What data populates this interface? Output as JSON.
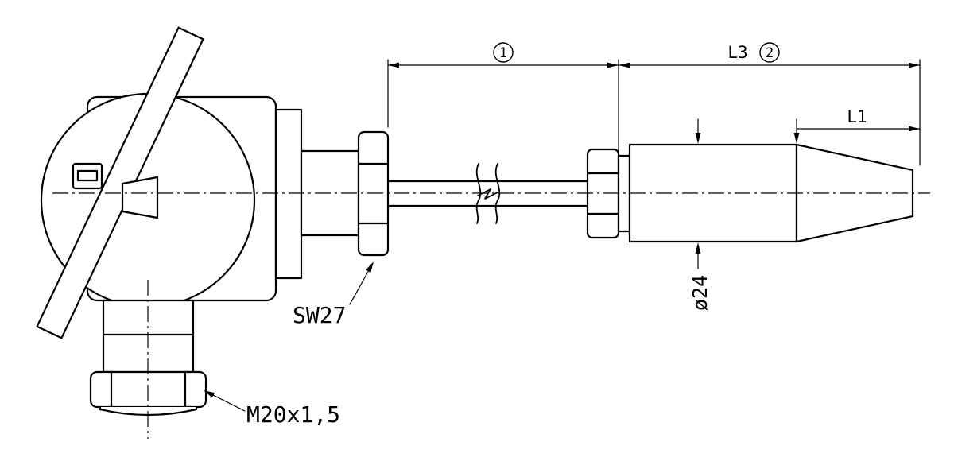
{
  "drawing": {
    "dimensions": {
      "pos1": "1",
      "pos2": "2",
      "l3": "L3",
      "l1": "L1",
      "diameter": "ø24"
    },
    "labels": {
      "wrench_size": "SW27",
      "thread": "M20x1,5"
    },
    "colors": {
      "line": "#000000",
      "background": "#ffffff"
    }
  }
}
